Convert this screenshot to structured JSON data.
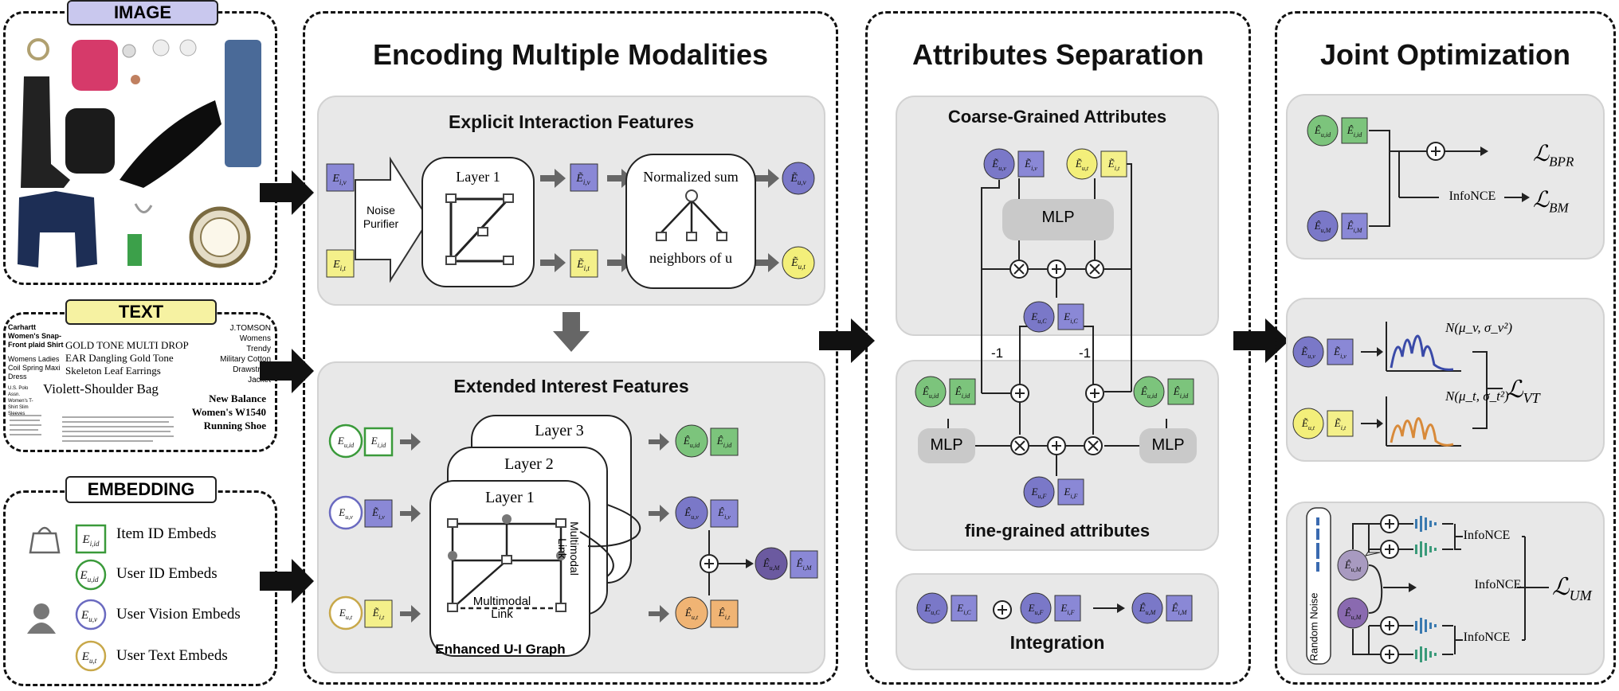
{
  "sections": {
    "image_tag": "IMAGE",
    "text_tag": "TEXT",
    "embedding_tag": "EMBEDDING",
    "encoding": "Encoding Multiple Modalities",
    "separation": "Attributes Separation",
    "joint": "Joint Optimization"
  },
  "text_samples": {
    "carhartt": "Carhartt Women's Snap-Front plaid Shirt",
    "gold": "GOLD TONE MULTI DROP EAR Dangling Gold Tone Skeleton Leaf Earrings",
    "dress": "Womens Ladies Coil Spring Maxi Dress",
    "violett": "Violett-Shoulder Bag",
    "tomson": "J.TOMSON Womens Trendy Military Cotton Drawstring Jacket",
    "newbalance": "New Balance Women's W1540 Running Shoe",
    "polo": "U.S. Polo Assn. Women's T-Shirt Slim Sleeves"
  },
  "legend": {
    "item_id": "Item ID Embeds",
    "user_id": "User ID Embeds",
    "user_vision": "User Vision Embeds",
    "user_text": "User Text Embeds"
  },
  "explicit": {
    "title": "Explicit Interaction Features",
    "noise": "Noise Purifier",
    "layer1": "Layer 1",
    "normalized": "Normalized sum",
    "neighbors": "neighbors of u"
  },
  "extended": {
    "title": "Extended Interest Features",
    "layer3": "Layer 3",
    "layer2": "Layer 2",
    "layer1": "Layer 1",
    "mm_link_v": "Multimodal Link",
    "mm_link_h": "Multimodal Link",
    "graph": "Enhanced U-I Graph"
  },
  "separation": {
    "coarse": "Coarse-Grained Attributes",
    "mlp": "MLP",
    "neg1": "-1",
    "fine": "fine-grained attributes",
    "integration": "Integration"
  },
  "joint": {
    "infonce": "InfoNCE",
    "l_bpr": "BPR",
    "l_bm": "BM",
    "l_vt": "VT",
    "l_um": "UM",
    "random_noise": "Random Noise",
    "n_v": "N(μ_v, σ_v²)",
    "n_t": "N(μ_t, σ_t²)"
  },
  "colors": {
    "purple": "#7a78c8",
    "yellow": "#f3ef7a",
    "green": "#7cc47c",
    "orange": "#f0b474",
    "panel": "#e8e8e8",
    "chart_blue": "#3a4aa8",
    "chart_orange": "#d88a3a"
  },
  "icons": [
    "bag-icon",
    "user-icon",
    "plus-icon",
    "times-icon",
    "arrow-icon"
  ]
}
